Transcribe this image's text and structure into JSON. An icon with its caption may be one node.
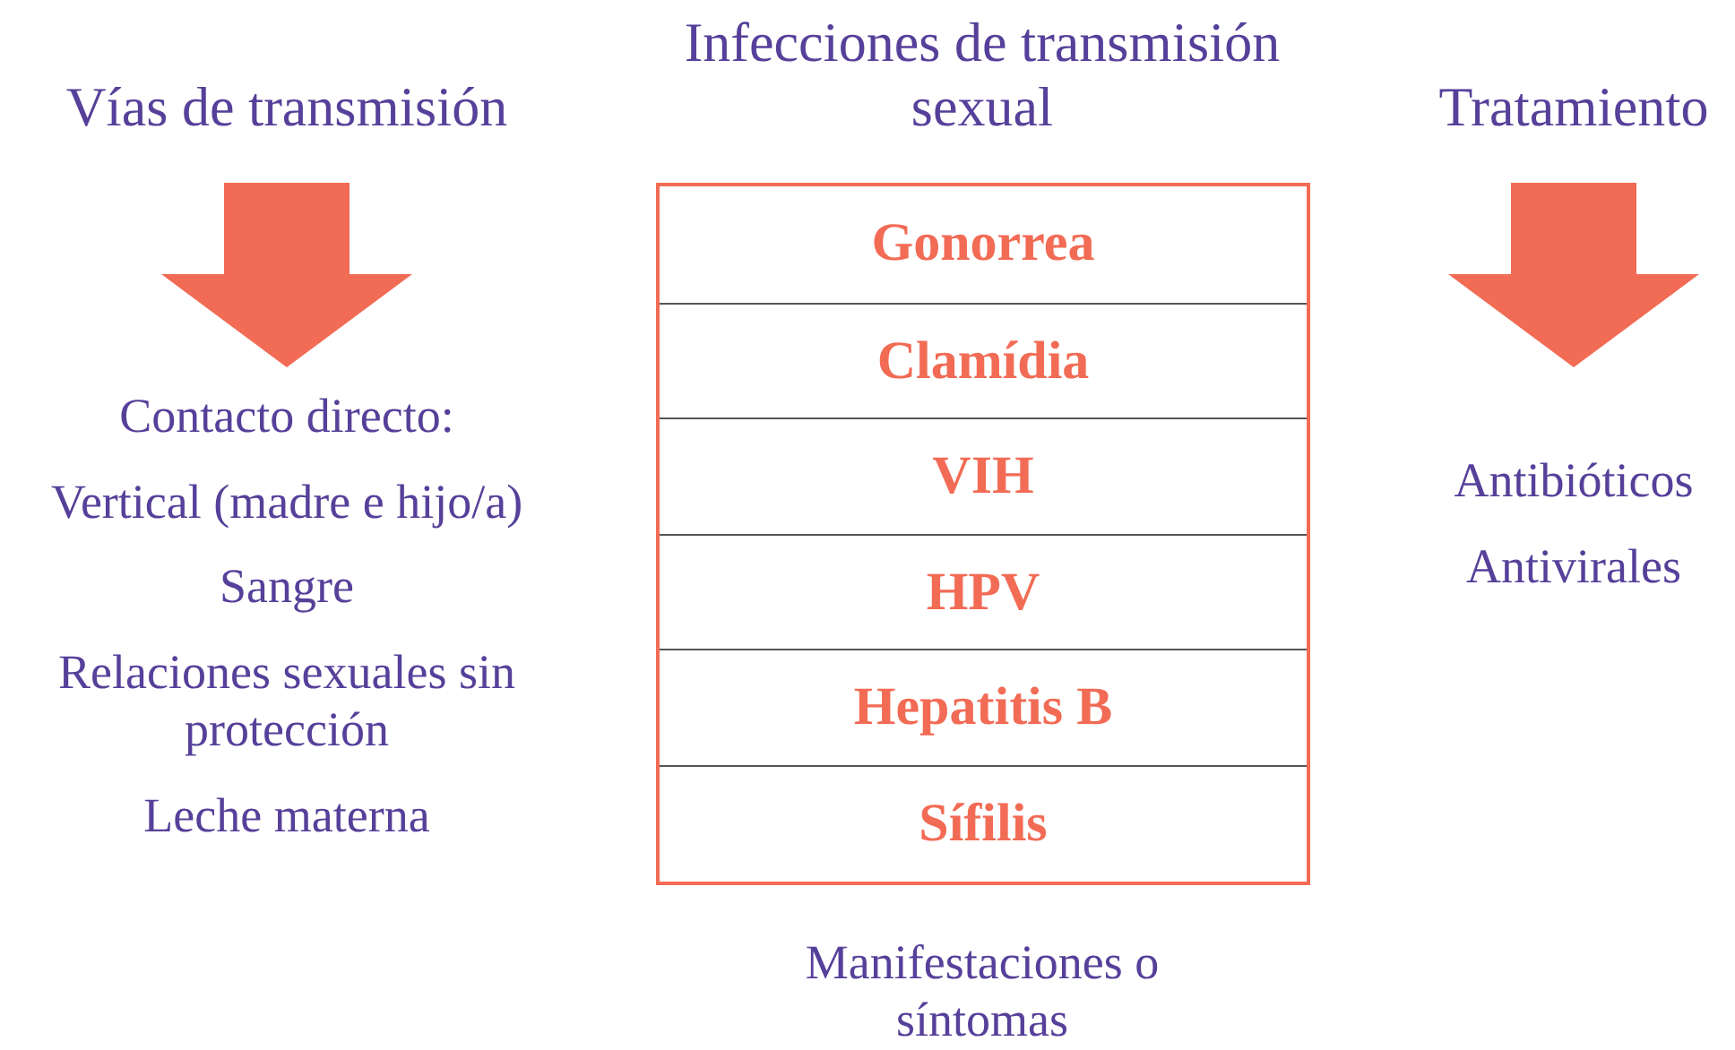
{
  "diagram": {
    "nodes": [
      {
        "text": [
          "Infecciones de transmisión sexual"
        ]
      },
      {
        "text": [
          "Gonorrea"
        ],
        "in": 0
      },
      {
        "text": [
          "Clamídia"
        ],
        "in": 0
      },
      {
        "text": [
          "VIH"
        ],
        "in": 0
      },
      {
        "text": [
          "HPV"
        ],
        "in": 0
      },
      {
        "text": [
          "Hepatitis B"
        ],
        "in": 0
      },
      {
        "text": [
          "Sífilis"
        ],
        "in": 0
      }
    ],
    "edges": [],
    "labels": [
      "Vías de transmisión",
      "Tratamiento",
      "Contacto directo:",
      "Vertical (madre e hijo/a)",
      "Sangre",
      "Relaciones sexuales sin protección",
      "Leche materna",
      "Antibióticos",
      "Antivirales",
      "Manifestaciones o síntomas"
    ]
  }
}
